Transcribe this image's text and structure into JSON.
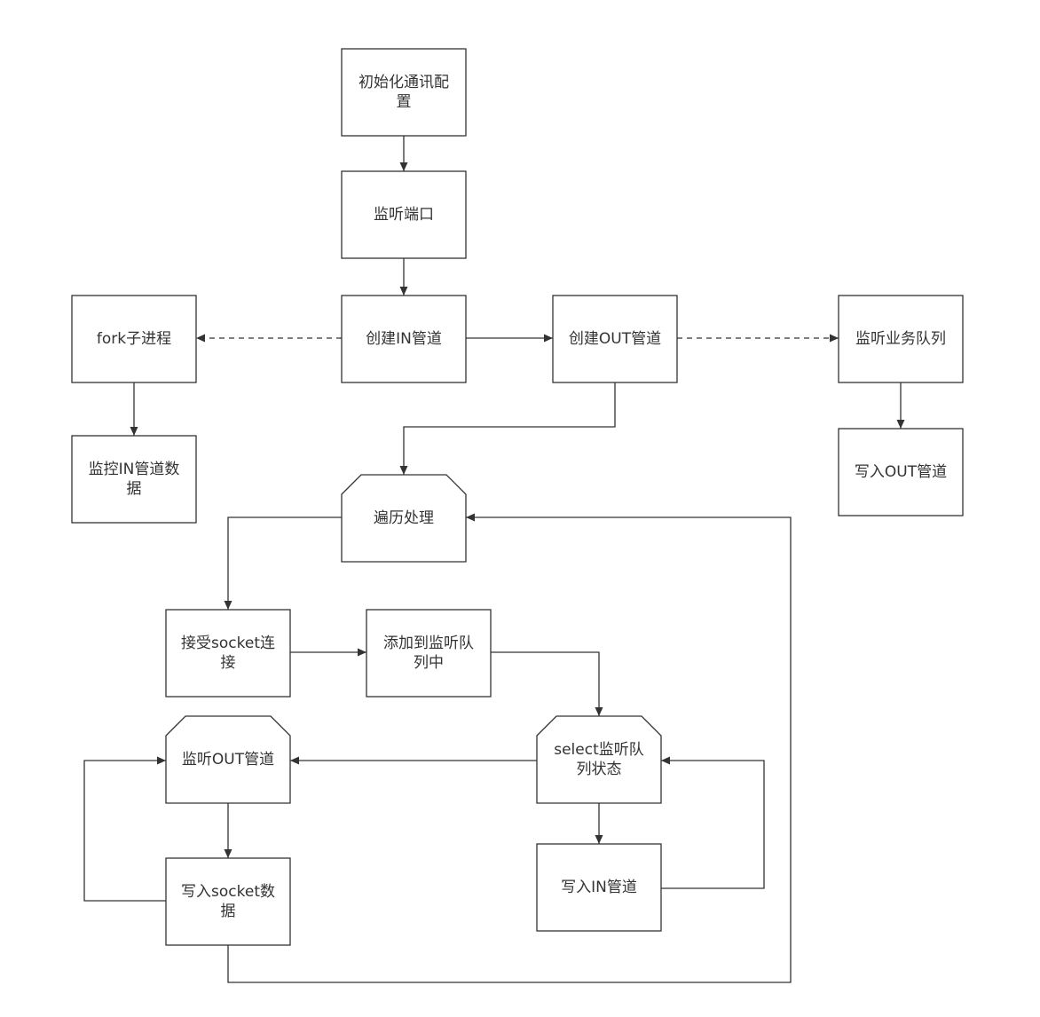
{
  "diagram": {
    "nodes": {
      "init": "初始化通讯配置",
      "listen_port": "监听端口",
      "create_in": "创建IN管道",
      "fork": "fork子进程",
      "monitor_in": "监控IN管道数据",
      "create_out": "创建OUT管道",
      "listen_biz": "监听业务队列",
      "write_out": "写入OUT管道",
      "traverse": "遍历处理",
      "accept": "接受socket连接",
      "add_queue": "添加到监听队列中",
      "select": "select监听队列状态",
      "listen_out": "监听OUT管道",
      "write_socket": "写入socket数据",
      "write_in": "写入IN管道"
    }
  },
  "colors": {
    "stroke": "#333333",
    "text": "#333333",
    "background": "#ffffff"
  }
}
